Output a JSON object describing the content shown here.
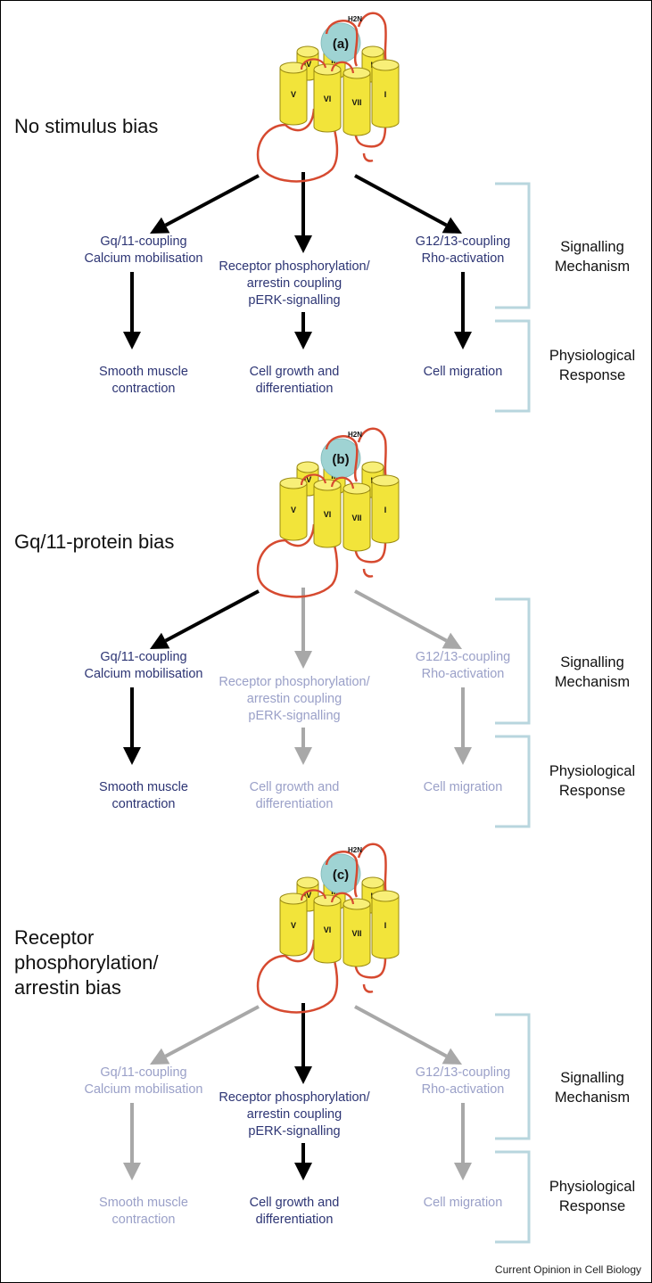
{
  "colors": {
    "active_text": "#2d3574",
    "inactive_text": "#9aa0c8",
    "active_arrow": "#000000",
    "inactive_arrow": "#a8a8a8",
    "bracket": "#b8d6de",
    "helix_fill": "#f2e43a",
    "helix_stroke": "#9a8a10",
    "loop": "#d64a30",
    "ligand": "#9fd3d3"
  },
  "receptor": {
    "n_terminus": "H2N",
    "helices": [
      "I",
      "II",
      "III",
      "IV",
      "V",
      "VI",
      "VII"
    ]
  },
  "panels": [
    {
      "id": "a",
      "badge": "(a)",
      "label_lines": [
        "No stimulus bias"
      ],
      "active": [
        true,
        true,
        true
      ],
      "signalling": [
        [
          "Gq/11-coupling",
          "Calcium mobilisation"
        ],
        [
          "Receptor phosphorylation/",
          "arrestin coupling",
          "pERK-signalling"
        ],
        [
          "G12/13-coupling",
          "Rho-activation"
        ]
      ],
      "responses": [
        [
          "Smooth muscle",
          "contraction"
        ],
        [
          "Cell growth and",
          "differentiation"
        ],
        [
          "Cell migration"
        ]
      ],
      "side_labels": {
        "mechanism": [
          "Signalling",
          "Mechanism"
        ],
        "response": [
          "Physiological",
          "Response"
        ]
      }
    },
    {
      "id": "b",
      "badge": "(b)",
      "label_lines": [
        "Gq/11-protein bias"
      ],
      "active": [
        true,
        false,
        false
      ],
      "signalling": [
        [
          "Gq/11-coupling",
          "Calcium mobilisation"
        ],
        [
          "Receptor phosphorylation/",
          "arrestin coupling",
          "pERK-signalling"
        ],
        [
          "G12/13-coupling",
          "Rho-activation"
        ]
      ],
      "responses": [
        [
          "Smooth muscle",
          "contraction"
        ],
        [
          "Cell growth and",
          "differentiation"
        ],
        [
          "Cell migration"
        ]
      ],
      "side_labels": {
        "mechanism": [
          "Signalling",
          "Mechanism"
        ],
        "response": [
          "Physiological",
          "Response"
        ]
      }
    },
    {
      "id": "c",
      "badge": "(c)",
      "label_lines": [
        "Receptor",
        "phosphorylation/",
        "arrestin bias"
      ],
      "active": [
        false,
        true,
        false
      ],
      "signalling": [
        [
          "Gq/11-coupling",
          "Calcium mobilisation"
        ],
        [
          "Receptor phosphorylation/",
          "arrestin coupling",
          "pERK-signalling"
        ],
        [
          "G12/13-coupling",
          "Rho-activation"
        ]
      ],
      "responses": [
        [
          "Smooth muscle",
          "contraction"
        ],
        [
          "Cell growth and",
          "differentiation"
        ],
        [
          "Cell migration"
        ]
      ],
      "side_labels": {
        "mechanism": [
          "Signalling",
          "Mechanism"
        ],
        "response": [
          "Physiological",
          "Response"
        ]
      }
    }
  ],
  "source_credit": "Current Opinion in Cell Biology"
}
